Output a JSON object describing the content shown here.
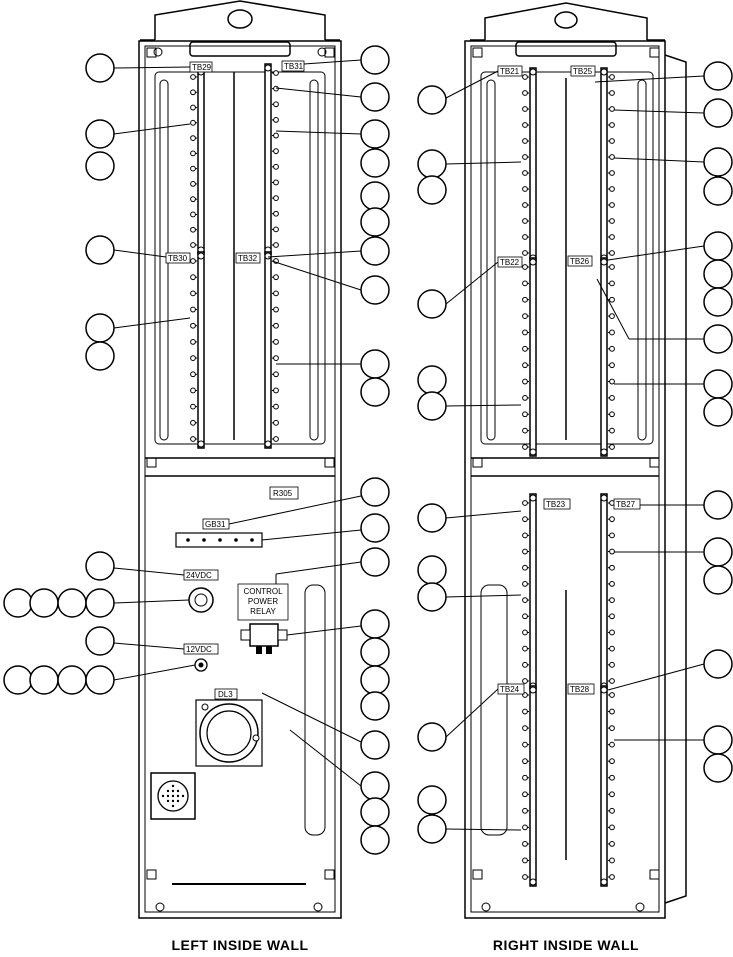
{
  "captions": {
    "left": "LEFT INSIDE WALL",
    "right": "RIGHT INSIDE WALL"
  },
  "terminal_boards": {
    "tb21": "TB21",
    "tb22": "TB22",
    "tb23": "TB23",
    "tb24": "TB24",
    "tb25": "TB25",
    "tb26": "TB26",
    "tb27": "TB27",
    "tb28": "TB28",
    "tb29": "TB29",
    "tb30": "TB30",
    "tb31": "TB31",
    "tb32": "TB32"
  },
  "components": {
    "r305": "R305",
    "gb31": "GB31",
    "v24": "24VDC",
    "v12": "12VDC",
    "dl3": "DL3",
    "relay_line1": "CONTROL",
    "relay_line2": "POWER",
    "relay_line3": "RELAY"
  }
}
